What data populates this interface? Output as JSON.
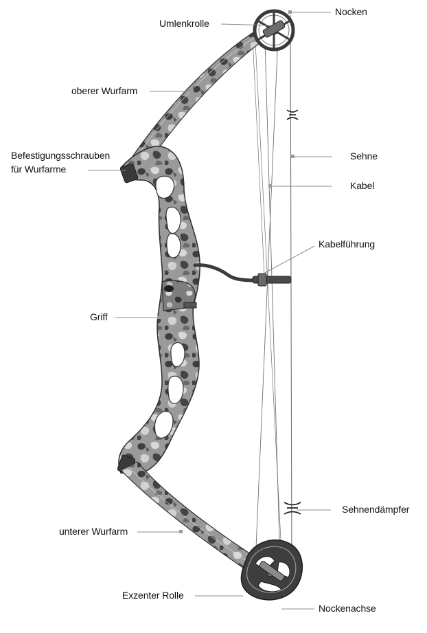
{
  "labels": {
    "nocken": "Nocken",
    "umlenkrolle": "Umlenkrolle",
    "oberer_wurfarm": "oberer Wurfarm",
    "befestigung_1": "Befestigungsschrauben",
    "befestigung_2": "für Wurfarme",
    "sehne": "Sehne",
    "kabel": "Kabel",
    "kabelfuehrung": "Kabelführung",
    "griff": "Griff",
    "sehnendaempfer": "Sehnendämpfer",
    "unterer_wurfarm": "unterer Wurfarm",
    "exzenter_rolle": "Exzenter Rolle",
    "nockenachse": "Nockenachse"
  },
  "colors": {
    "camo_dark": "#3a3a3a",
    "camo_mid": "#8a8a8a",
    "camo_light": "#cfcfcf",
    "leader_line": "#8c8c8c",
    "string": "#6f6f6f"
  }
}
